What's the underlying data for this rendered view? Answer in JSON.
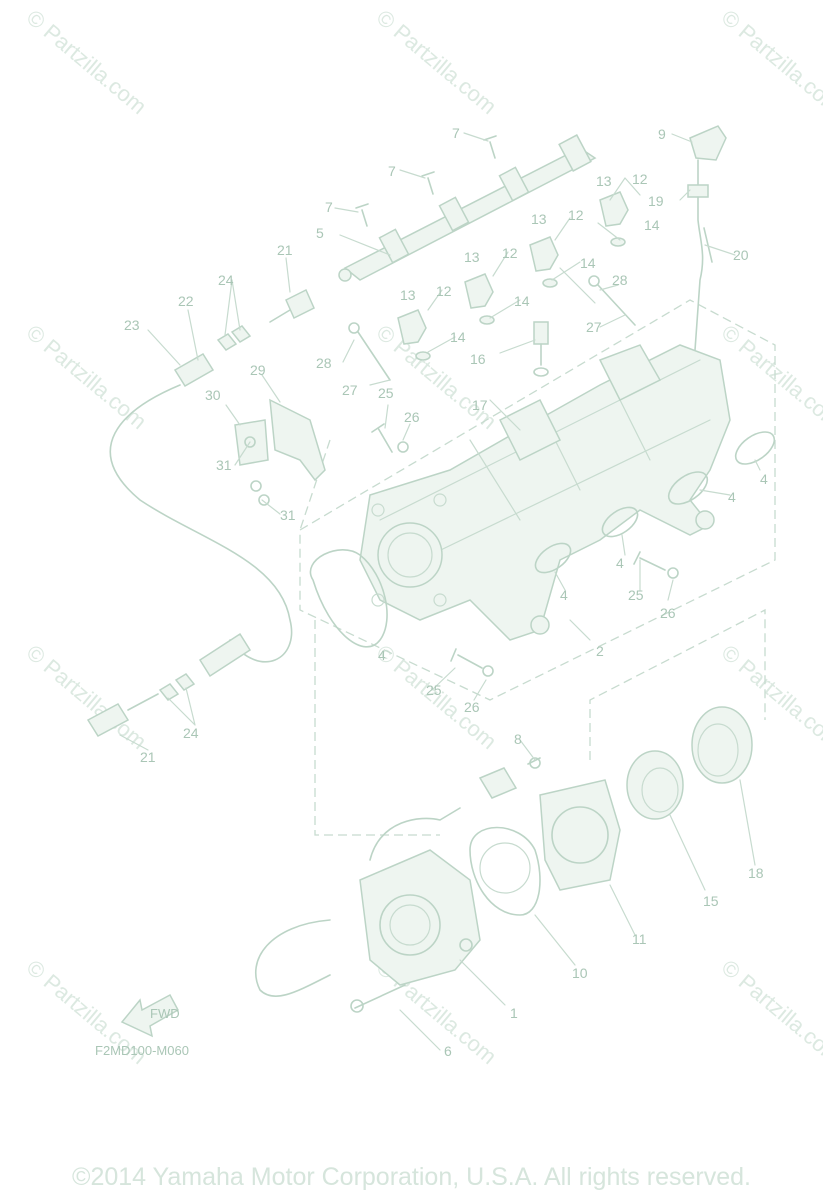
{
  "diagram": {
    "reference_code": "F2MD100-M060",
    "fwd_label": "FWD",
    "watermark_text": "© Partzilla.com",
    "copyright": "©2014 Yamaha Motor Corporation, U.S.A. All rights reserved.",
    "callouts": [
      "1",
      "2",
      "4",
      "4",
      "4",
      "4",
      "4",
      "5",
      "6",
      "7",
      "7",
      "7",
      "8",
      "9",
      "10",
      "11",
      "12",
      "12",
      "12",
      "12",
      "13",
      "13",
      "13",
      "13",
      "14",
      "14",
      "14",
      "14",
      "15",
      "16",
      "17",
      "18",
      "19",
      "20",
      "21",
      "21",
      "22",
      "23",
      "24",
      "24",
      "25",
      "25",
      "25",
      "26",
      "26",
      "26",
      "27",
      "27",
      "28",
      "28",
      "29",
      "30",
      "31",
      "31"
    ],
    "colors": {
      "line": "#bcd4c6",
      "label": "#aac6b6",
      "watermark": "#dce9e1"
    }
  }
}
